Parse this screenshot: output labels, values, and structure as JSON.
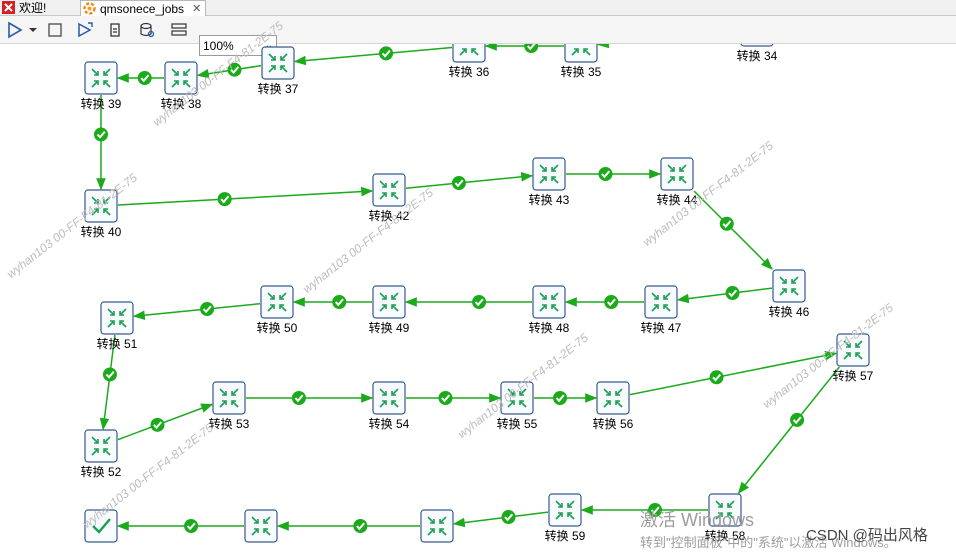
{
  "tabs": [
    {
      "label": "欢迎!",
      "icon": "kettle-icon"
    },
    {
      "label": "qmsonece_jobs",
      "icon": "job-icon",
      "close": "✕"
    }
  ],
  "toolbar": {
    "zoom": "100%",
    "icons": [
      "run-icon",
      "dropdown-icon",
      "stop-icon",
      "replay-icon",
      "debug-icon",
      "preview-icon",
      "sql-icon"
    ]
  },
  "nodes": [
    {
      "id": "n34",
      "label": "转换 34"
    },
    {
      "id": "n35",
      "label": "转换 35"
    },
    {
      "id": "n36",
      "label": "转换 36"
    },
    {
      "id": "n37",
      "label": "转换 37"
    },
    {
      "id": "n38",
      "label": "转换 38"
    },
    {
      "id": "n39",
      "label": "转换 39"
    },
    {
      "id": "n40",
      "label": "转换 40"
    },
    {
      "id": "n42",
      "label": "转换 42"
    },
    {
      "id": "n43",
      "label": "转换 43"
    },
    {
      "id": "n44",
      "label": "转换 44"
    },
    {
      "id": "n46",
      "label": "转换 46"
    },
    {
      "id": "n47",
      "label": "转换 47"
    },
    {
      "id": "n48",
      "label": "转换 48"
    },
    {
      "id": "n49",
      "label": "转换 49"
    },
    {
      "id": "n50",
      "label": "转换 50"
    },
    {
      "id": "n51",
      "label": "转换 51"
    },
    {
      "id": "n52",
      "label": "转换 52"
    },
    {
      "id": "n53",
      "label": "转换 53"
    },
    {
      "id": "n54",
      "label": "转换 54"
    },
    {
      "id": "n55",
      "label": "转换 55"
    },
    {
      "id": "n56",
      "label": "转换 56"
    },
    {
      "id": "n57",
      "label": "转换 57"
    },
    {
      "id": "n58",
      "label": "转换 58"
    },
    {
      "id": "n59",
      "label": "转换 59"
    },
    {
      "id": "n60",
      "label": ""
    },
    {
      "id": "n61",
      "label": ""
    },
    {
      "id": "success",
      "label": "",
      "icon": "success-check-icon"
    }
  ],
  "hops": [
    [
      "n34",
      "n35"
    ],
    [
      "n35",
      "n36"
    ],
    [
      "n36",
      "n37"
    ],
    [
      "n37",
      "n38"
    ],
    [
      "n38",
      "n39"
    ],
    [
      "n39",
      "n40"
    ],
    [
      "n40",
      "n42"
    ],
    [
      "n42",
      "n43"
    ],
    [
      "n43",
      "n44"
    ],
    [
      "n44",
      "n46"
    ],
    [
      "n46",
      "n47"
    ],
    [
      "n47",
      "n48"
    ],
    [
      "n48",
      "n49"
    ],
    [
      "n49",
      "n50"
    ],
    [
      "n50",
      "n51"
    ],
    [
      "n51",
      "n52"
    ],
    [
      "n52",
      "n53"
    ],
    [
      "n53",
      "n54"
    ],
    [
      "n54",
      "n55"
    ],
    [
      "n55",
      "n56"
    ],
    [
      "n56",
      "n57"
    ],
    [
      "n57",
      "n58"
    ],
    [
      "n58",
      "n59"
    ],
    [
      "n59",
      "n60"
    ],
    [
      "n60",
      "n61"
    ],
    [
      "n61",
      "success"
    ]
  ],
  "colors": {
    "hop": "#1aaa1a",
    "node_border": "#3a5a8a",
    "node_fill": "#f7fbff",
    "icon_green": "#19a050"
  },
  "watermark": "wyhan103 00-FF-F4-81-2E-75",
  "overlay": {
    "activate_title": "激活 Windows",
    "activate_sub": "转到\"控制面板\"中的\"系统\"以激活 Windows。",
    "csdn": "CSDN @码出风格"
  }
}
